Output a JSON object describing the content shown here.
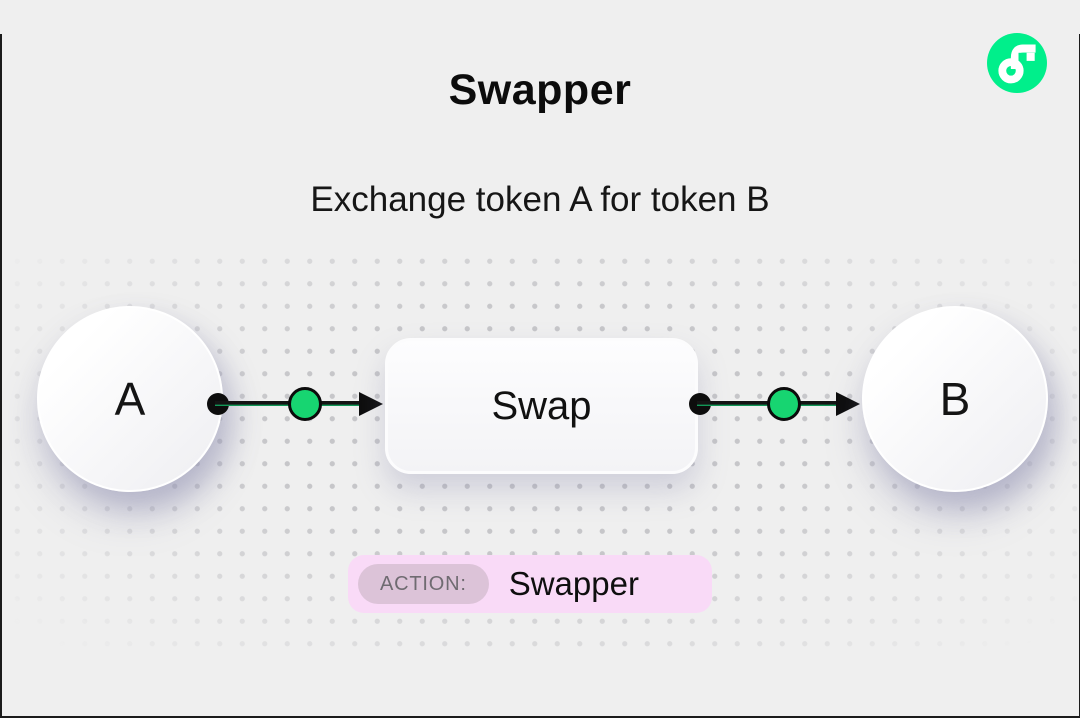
{
  "page": {
    "background": "#efefef"
  },
  "header": {
    "title": "Swapper",
    "subtitle": "Exchange token A for token B"
  },
  "logo": {
    "name": "Flow",
    "circle_color": "#00EF8B",
    "glyph_color": "#FFFFFF"
  },
  "diagram": {
    "node_a": {
      "label": "A"
    },
    "swap_box": {
      "label": "Swap"
    },
    "node_b": {
      "label": "B"
    },
    "connector_color": "#0D0D0D",
    "port_color": "#17D571",
    "flow_direction": "left-to-right"
  },
  "action_badge": {
    "tag_label": "ACTION:",
    "value": "Swapper",
    "badge_bg": "#F9DAF7",
    "tag_bg": "#DCC3D8"
  }
}
